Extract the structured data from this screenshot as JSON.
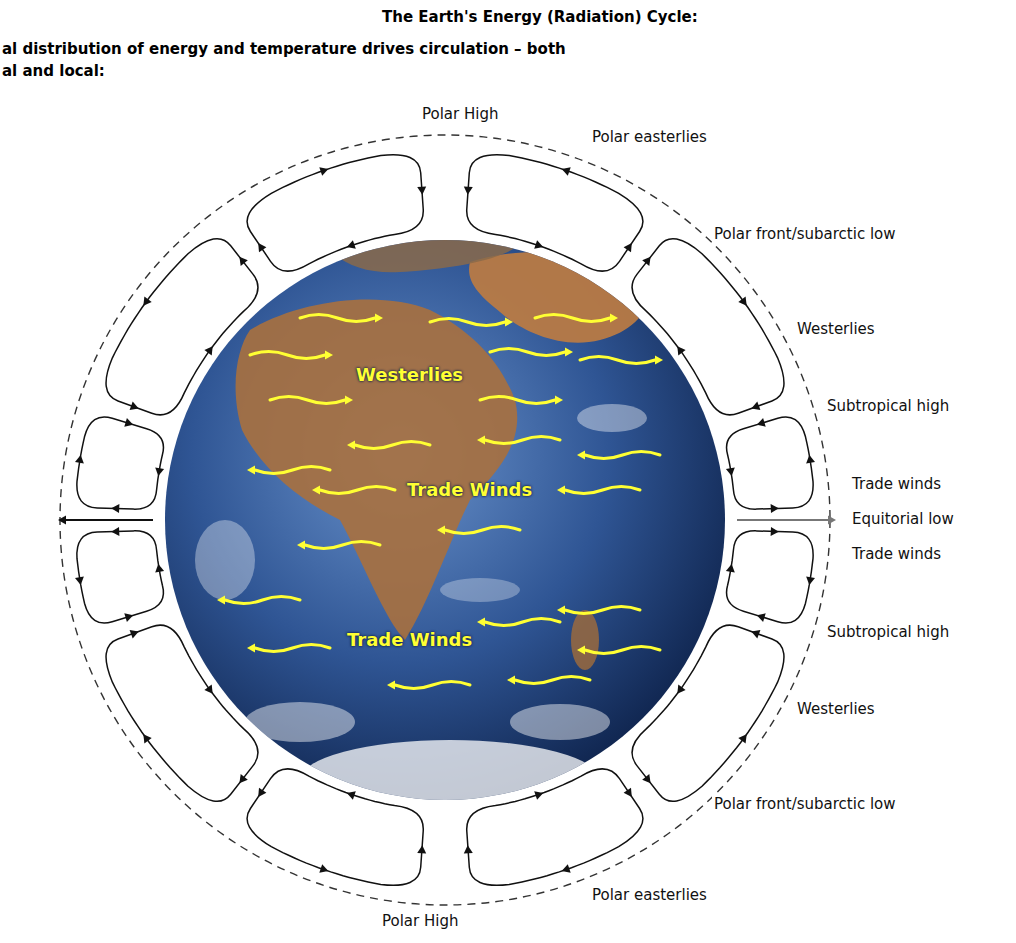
{
  "diagram": {
    "title": "The Earth's Energy (Radiation) Cycle:",
    "labels": [
      "al distribution of energy and temperature drives circulation – both",
      "al and local:",
      "Polar High",
      "Polar easterlies",
      "Polar front/subarctic low",
      "Westerlies",
      "Subtropical high",
      "Trade winds",
      "Equitorial low",
      "Trade winds",
      "Subtropical high",
      "Westerlies",
      "Polar front/subarctic low",
      "Polar easterlies",
      "Polar High",
      "Westerlies",
      "Trade Winds",
      "Trade Winds"
    ]
  }
}
